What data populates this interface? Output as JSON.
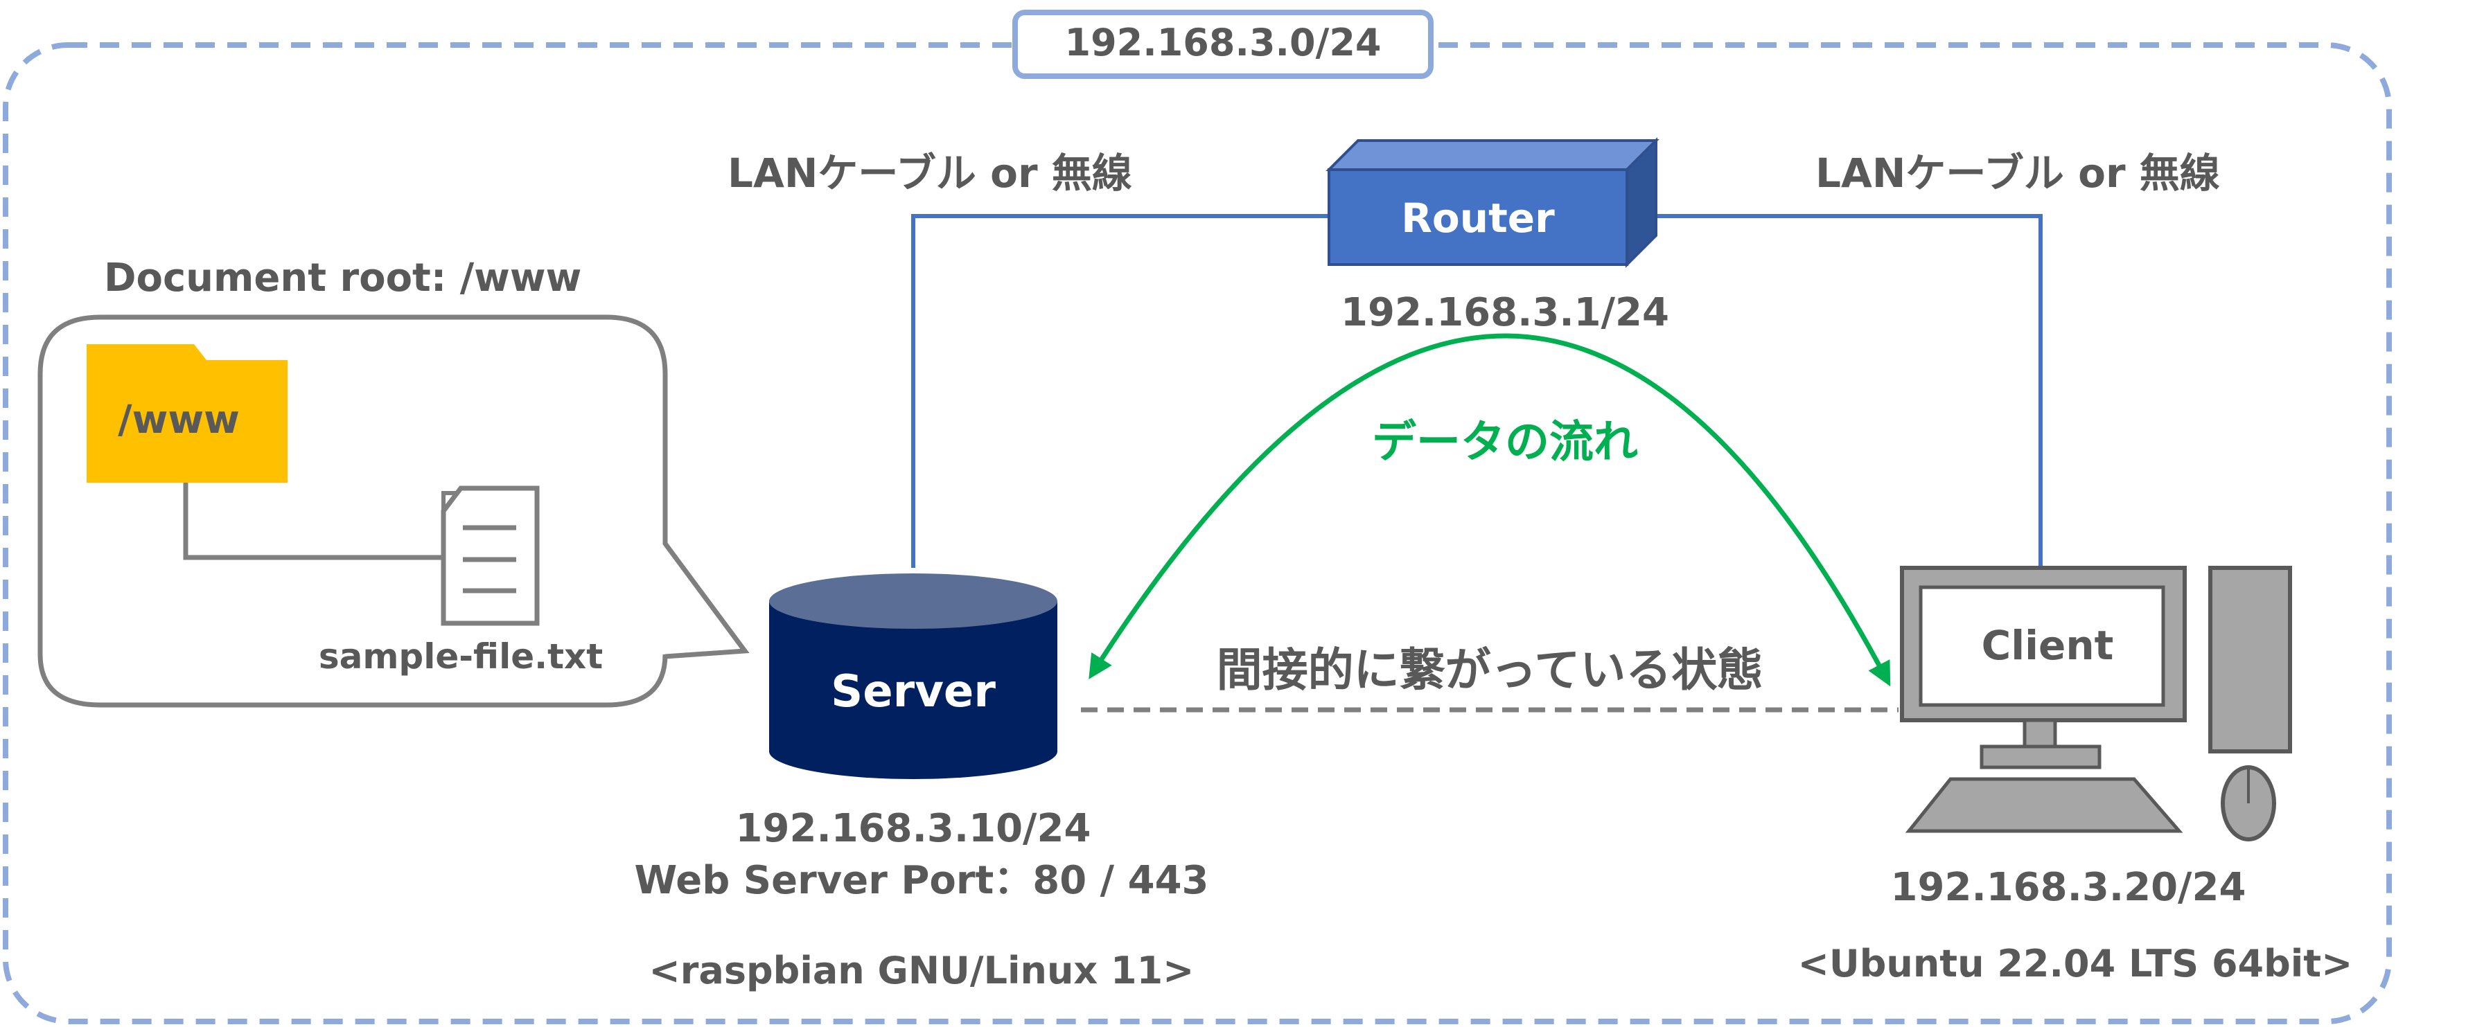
{
  "network": {
    "subnet": "192.168.3.0/24"
  },
  "router": {
    "label": "Router",
    "ip": "192.168.3.1/24"
  },
  "links": {
    "left_label": "LANケーブル or 無線",
    "right_label": "LANケーブル or 無線"
  },
  "data_flow": {
    "label": "データの流れ"
  },
  "indirect": {
    "label": "間接的に繋がっている状態"
  },
  "server": {
    "label": "Server",
    "ip": "192.168.3.10/24",
    "port": "Web Server Port：80 / 443",
    "os": "<raspbian GNU/Linux 11>"
  },
  "client": {
    "label": "Client",
    "ip": "192.168.3.20/24",
    "os": "<Ubuntu 22.04 LTS 64bit>"
  },
  "docroot": {
    "title": "Document root: /www",
    "folder": "/www",
    "file": "sample-file.txt"
  },
  "colors": {
    "network_border": "#8EA9DB",
    "link_line": "#4472C4",
    "router_fill": "#4472C4",
    "server_fill": "#002060",
    "server_top": "#5B6E96",
    "flow_green": "#00B050",
    "text_gray": "#595959",
    "folder_yellow": "#FFC000",
    "device_gray": "#A6A6A6"
  }
}
